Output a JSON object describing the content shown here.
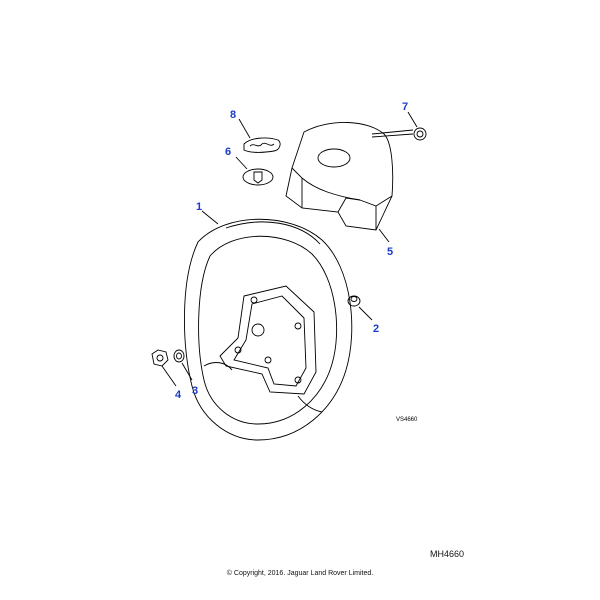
{
  "callouts": [
    {
      "id": "1",
      "label": "1"
    },
    {
      "id": "2",
      "label": "2"
    },
    {
      "id": "3",
      "label": "3"
    },
    {
      "id": "4",
      "label": "4"
    },
    {
      "id": "5",
      "label": "5"
    },
    {
      "id": "6",
      "label": "6"
    },
    {
      "id": "7",
      "label": "7"
    },
    {
      "id": "8",
      "label": "8"
    }
  ],
  "diagram_ref": "VS4660",
  "sheet_id": "MH4660",
  "copyright": "© Copyright, 2016. Jaguar Land Rover Limited.",
  "colors": {
    "callout": "#1a3cc8",
    "line": "#000000"
  }
}
